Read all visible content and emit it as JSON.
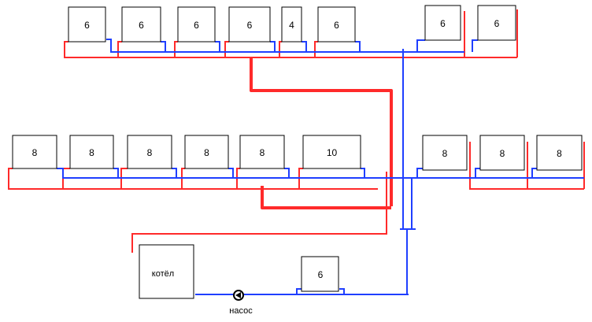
{
  "colors": {
    "supply": "#ff2a2a",
    "return": "#1f3fff",
    "outline": "#000000",
    "background": "#ffffff"
  },
  "radiators": {
    "top_row": [
      "6",
      "6",
      "6",
      "6",
      "4",
      "6",
      "6",
      "6"
    ],
    "middle_row": [
      "8",
      "8",
      "8",
      "8",
      "8",
      "10",
      "8",
      "8",
      "8"
    ],
    "bottom": "6"
  },
  "boiler": {
    "label": "котёл"
  },
  "pump": {
    "label": "насос",
    "icon": "pump-icon"
  }
}
